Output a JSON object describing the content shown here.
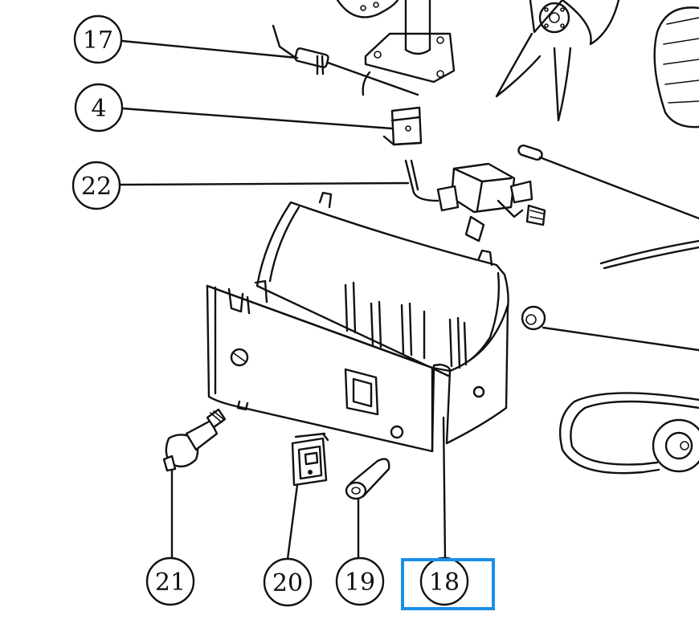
{
  "diagram": {
    "callouts": [
      {
        "id": "17",
        "label": "17"
      },
      {
        "id": "4",
        "label": "4"
      },
      {
        "id": "22",
        "label": "22"
      },
      {
        "id": "21",
        "label": "21"
      },
      {
        "id": "20",
        "label": "20"
      },
      {
        "id": "19",
        "label": "19"
      },
      {
        "id": "18",
        "label": "18"
      }
    ],
    "highlight": {
      "callout": "18",
      "color": "#1a8fe8"
    }
  }
}
